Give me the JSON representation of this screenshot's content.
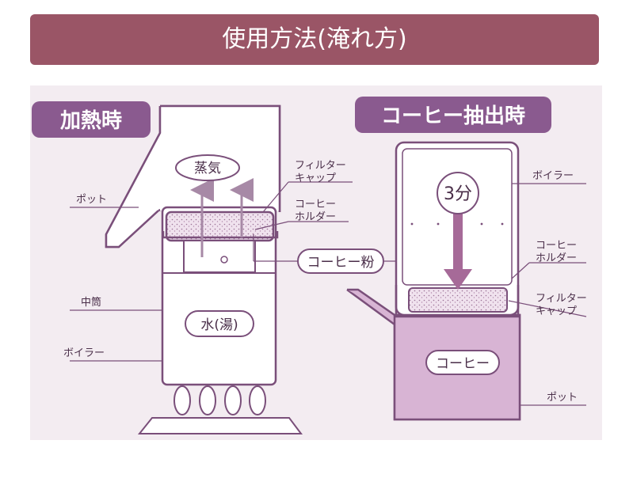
{
  "title": "使用方法(淹れ方)",
  "left": {
    "badge": "加熱時",
    "labels": {
      "steam": "蒸気",
      "filter_cap_1": "フィルター",
      "filter_cap_2": "キャップ",
      "coffee_holder_1": "コーヒー",
      "coffee_holder_2": "ホルダー",
      "pot": "ポット",
      "inner_tube": "中筒",
      "boiler": "ボイラー",
      "water": "水(湯)"
    }
  },
  "center": {
    "coffee_powder": "コーヒー粉"
  },
  "right": {
    "badge": "コーヒー抽出時",
    "labels": {
      "time": "3分",
      "boiler": "ボイラー",
      "coffee_holder_1": "コーヒー",
      "coffee_holder_2": "ホルダー",
      "filter_cap_1": "フィルター",
      "filter_cap_2": "キャップ",
      "coffee": "コーヒー",
      "pot": "ポット"
    }
  },
  "colors": {
    "title_bg": "#9a5566",
    "badge_bg": "#8a5a8f",
    "line": "#7a4f7a",
    "coffee_fill": "#d8b4d4",
    "paper": "#f3ecf1"
  }
}
